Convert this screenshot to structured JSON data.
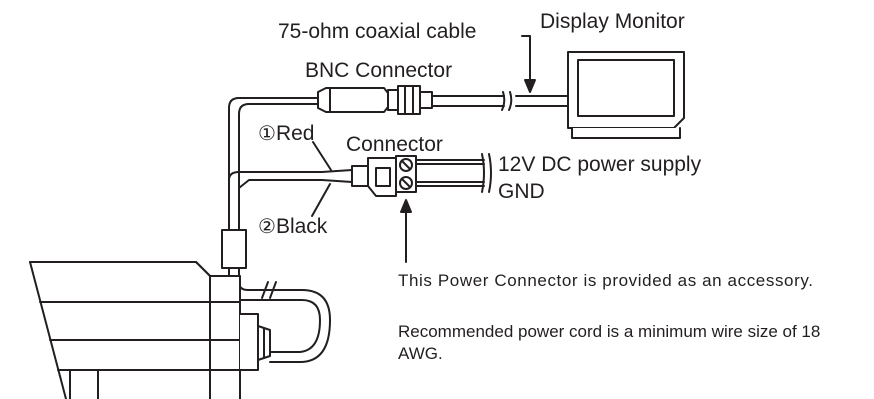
{
  "labels": {
    "coax_cable": "75-ohm coaxial cable",
    "display_monitor": "Display Monitor",
    "bnc_connector": "BNC Connector",
    "red_marker": "①",
    "red": "Red",
    "connector": "Connector",
    "power_supply": "12V DC power supply",
    "gnd": "GND",
    "black_marker": "②",
    "black": "Black"
  },
  "notes": {
    "accessory": "This Power Connector is provided as an accessory.",
    "recommendation": "Recommended power cord is a minimum wire size of 18 AWG."
  },
  "colors": {
    "line": "#231f20",
    "fill": "#ffffff"
  }
}
